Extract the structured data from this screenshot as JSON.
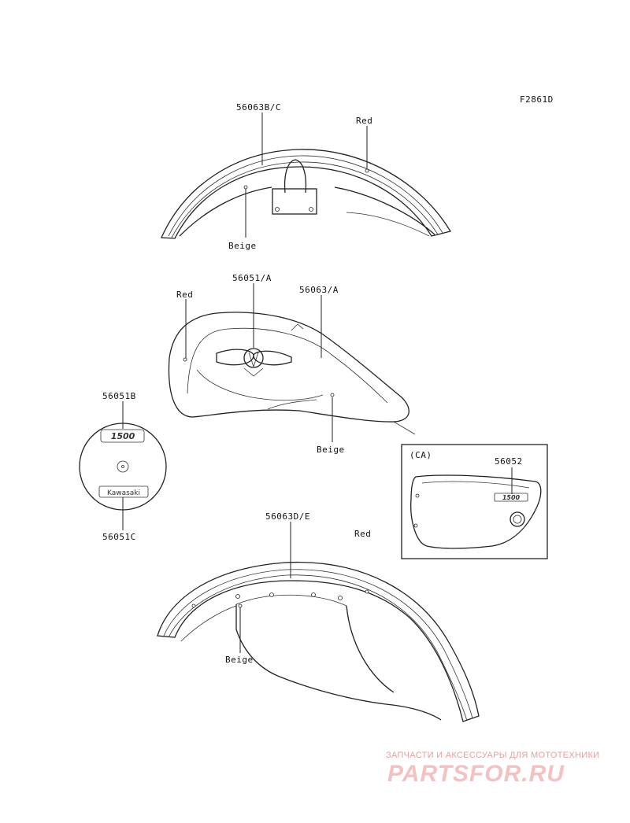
{
  "diagram_code": "F2861D",
  "rear_fender": {
    "part_label": "56063B/C",
    "color_top": "Red",
    "color_bottom": "Beige"
  },
  "fuel_tank": {
    "color_left": "Red",
    "emblem_label": "56051/A",
    "stripe_label": "56063/A",
    "color_bottom": "Beige"
  },
  "air_cleaner_cover": {
    "label_top": "56051B",
    "label_bottom": "56051C",
    "emblem_text_top": "1500",
    "emblem_text_bottom": "Kawasaki"
  },
  "side_cover_inset": {
    "region": "(CA)",
    "part_label": "56052",
    "badge_text": "1500"
  },
  "front_fender": {
    "part_label": "56063D/E",
    "color_right": "Red",
    "color_bottom": "Beige"
  },
  "watermark": {
    "tagline": "ЗАПЧАСТИ И АКСЕССУАРЫ ДЛЯ МОТОТЕХНИКИ",
    "brand": "PARTSFOR.RU"
  },
  "colors": {
    "line": "#222222",
    "watermark_text": "#e3a0a0",
    "watermark_brand": "#f2c2c2"
  }
}
